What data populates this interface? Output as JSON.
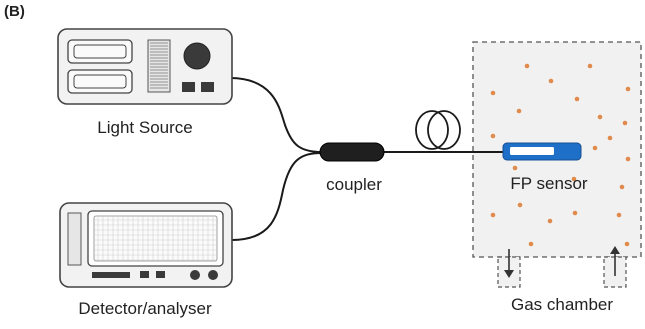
{
  "panel_label": "(B)",
  "labels": {
    "light_source": "Light Source",
    "coupler": "coupler",
    "detector": "Detector/analyser",
    "fp_sensor": "FP sensor",
    "gas_chamber": "Gas chamber"
  },
  "colors": {
    "chamber_fill": "#f1f1f1",
    "chamber_border": "#555555",
    "gas_particle": "#e08a4c",
    "sensor_blue": "#1e6fc8",
    "fiber": "#1a1a1a",
    "device_fill": "#f2f2f2",
    "device_stroke": "#444444"
  }
}
